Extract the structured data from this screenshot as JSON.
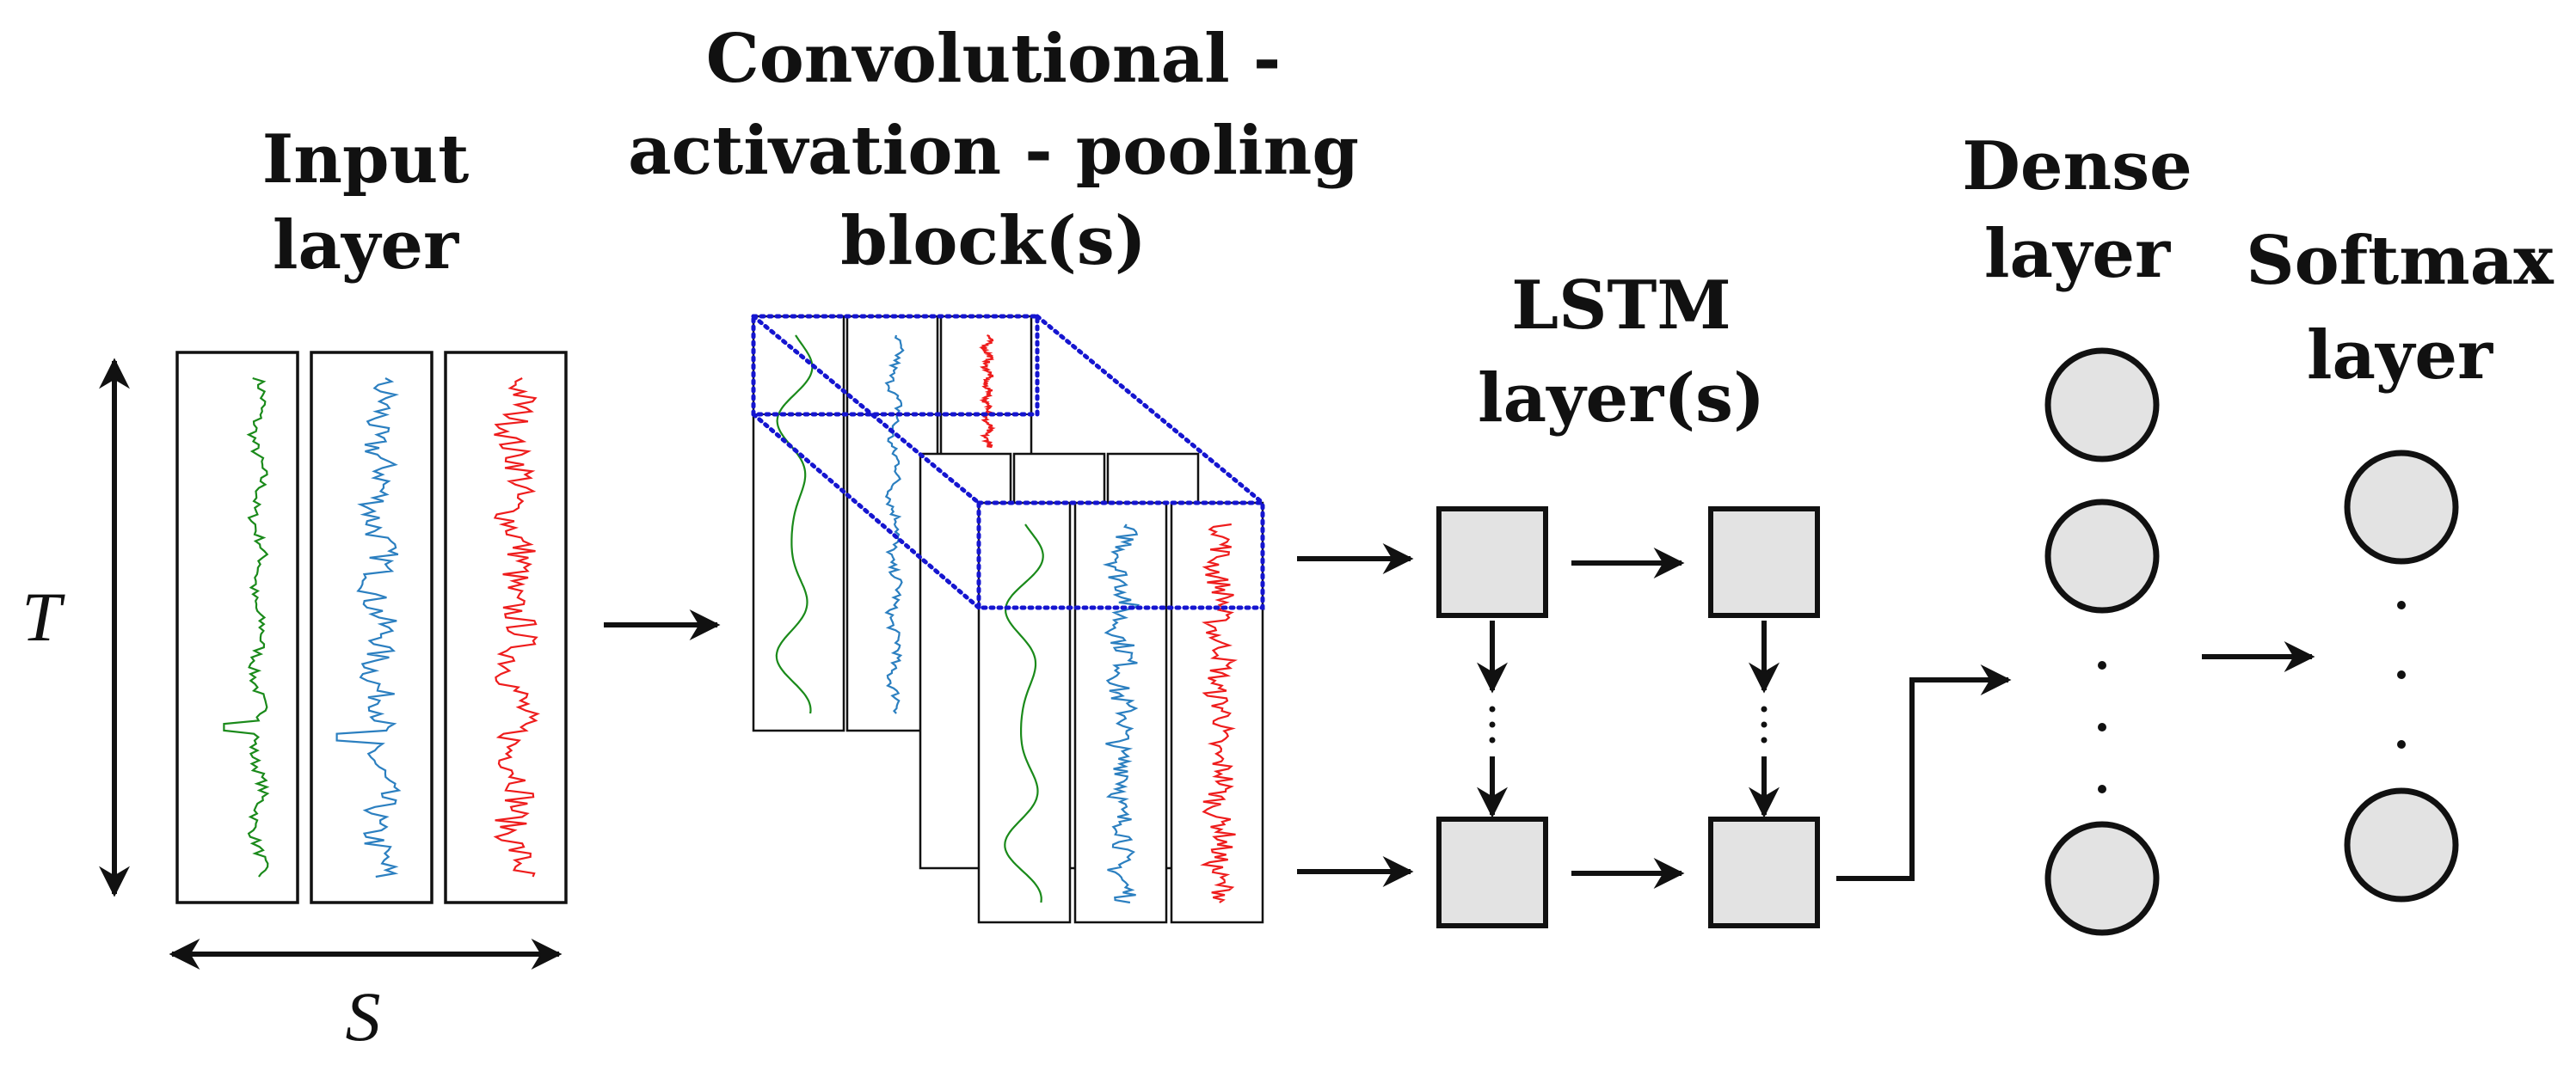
{
  "labels": {
    "input_line1": "Input",
    "input_line2": "layer",
    "conv_line1": "Convolutional -",
    "conv_line2": "activation - pooling",
    "conv_line3": "block(s)",
    "lstm_line1": "LSTM",
    "lstm_line2": "layer(s)",
    "dense_line1": "Dense",
    "dense_line2": "layer",
    "softmax_line1": "Softmax",
    "softmax_line2": "layer",
    "time_axis": "T",
    "sensor_axis": "S"
  },
  "colors": {
    "channel_1": "#1a8a1a",
    "channel_2": "#2b7fc0",
    "channel_3": "#ee1c1c",
    "pooling_window": "#1515d0",
    "node_fill": "#e3e3e3"
  }
}
